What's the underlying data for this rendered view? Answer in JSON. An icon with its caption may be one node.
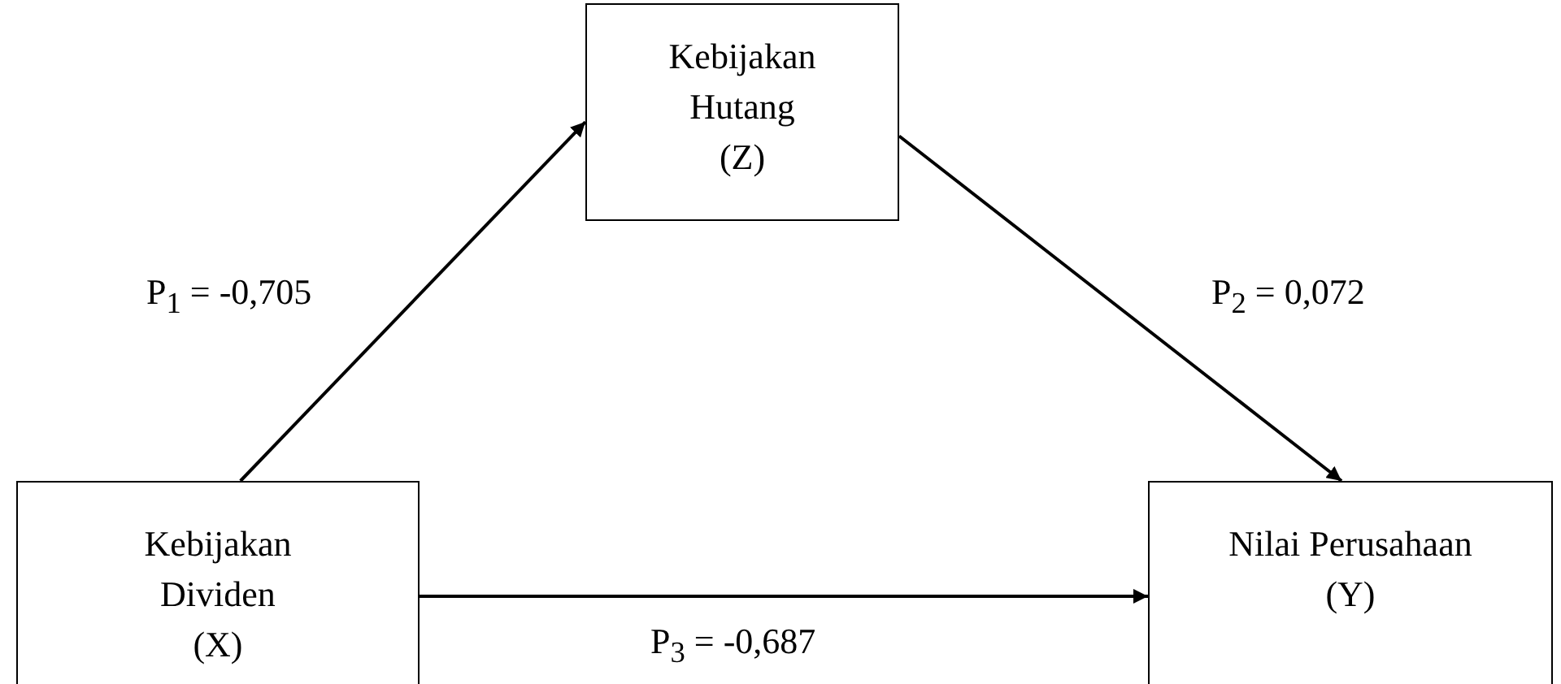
{
  "diagram": {
    "nodes": [
      {
        "text": [
          "Kebijakan Hutang",
          "(Z)"
        ]
      },
      {
        "text": [
          "Kebijakan Dividen",
          "(X)"
        ]
      },
      {
        "text": [
          "Nilai Perusahaan",
          "(Y)"
        ]
      }
    ],
    "edges": [
      {
        "from": 1,
        "to": 0,
        "arrow": "to",
        "label": "P$_{1}$ = -0,705"
      },
      {
        "from": 0,
        "to": 2,
        "arrow": "to",
        "label": "P$_{2}$ = 0,072"
      },
      {
        "from": 1,
        "to": 2,
        "arrow": "to",
        "label": "P$_{3}$ = -0,687"
      }
    ]
  }
}
